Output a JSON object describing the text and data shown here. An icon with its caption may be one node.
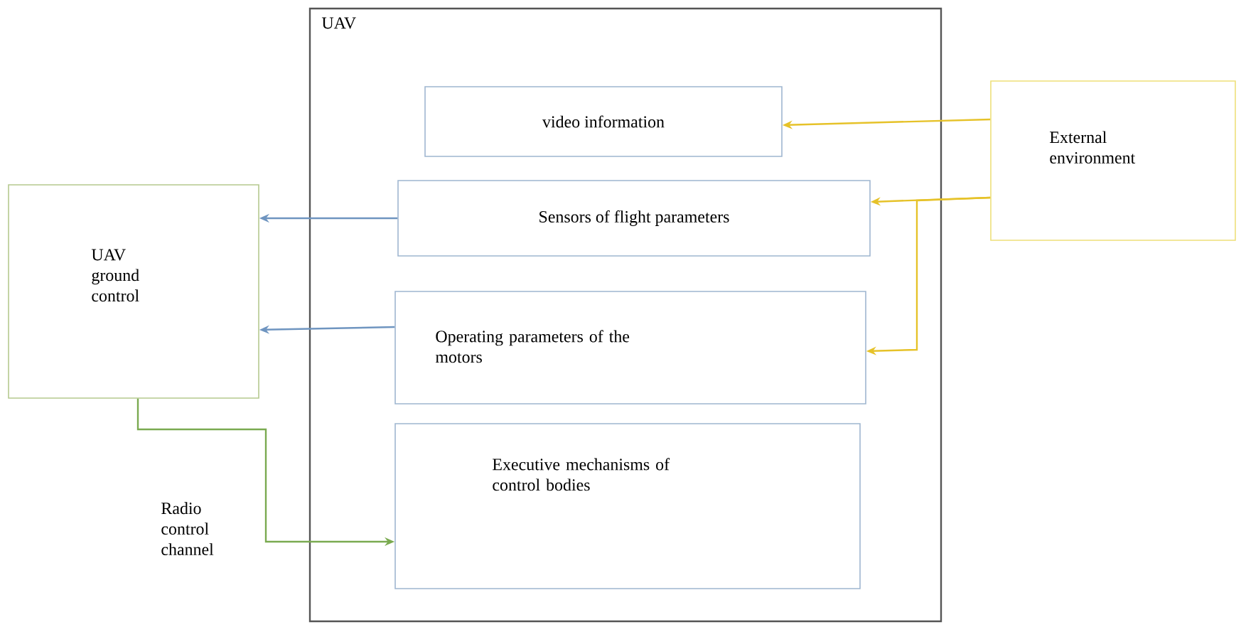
{
  "diagram": {
    "nodes": [
      {
        "text": [
          "UAV"
        ]
      },
      {
        "text": [
          "video information"
        ],
        "in": 0
      },
      {
        "text": [
          "Sensors of flight parameters"
        ],
        "in": 0
      },
      {
        "text": [
          "Operating parameters of the motors"
        ],
        "in": 0
      },
      {
        "text": [
          "Executive mechanisms of control bodies"
        ],
        "in": 0
      },
      {
        "text": [
          "UAV ground control"
        ]
      },
      {
        "text": [
          "External environment"
        ]
      }
    ],
    "edges": [
      {
        "from": 2,
        "to": 5,
        "arrow": "to",
        "color": "#6f95c0"
      },
      {
        "from": 3,
        "to": 5,
        "arrow": "to",
        "color": "#6f95c0"
      },
      {
        "from": 6,
        "to": 1,
        "arrow": "to",
        "color": "#e6c229"
      },
      {
        "from": 6,
        "to": 2,
        "arrow": "to",
        "color": "#e6c229"
      },
      {
        "from": 6,
        "to": 3,
        "arrow": "to",
        "color": "#e6c229"
      },
      {
        "from": 5,
        "to": 4,
        "arrow": "to",
        "label": "Radio control channel",
        "color": "#7aaa50"
      }
    ]
  }
}
